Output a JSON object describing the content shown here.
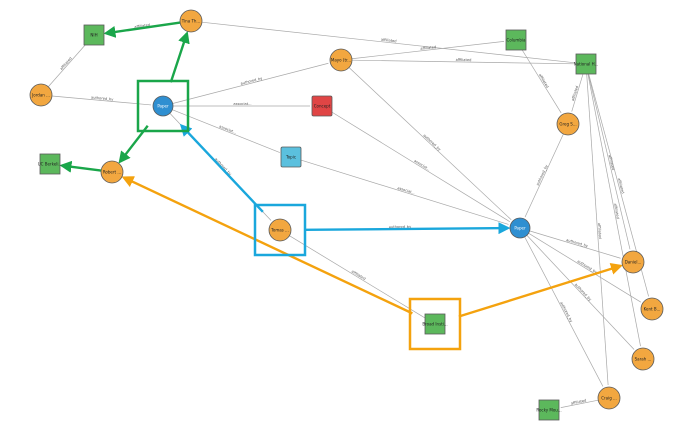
{
  "graph": {
    "nodes": [
      {
        "id": "tina",
        "label": "Tina Th...",
        "type": "person",
        "color": "#f2a740"
      },
      {
        "id": "nih",
        "label": "NIH",
        "type": "org",
        "color": "#5cb85c"
      },
      {
        "id": "jordan",
        "label": "Jordan ...",
        "type": "person",
        "color": "#f2a740"
      },
      {
        "id": "paper1",
        "label": "Paper",
        "type": "paper",
        "color": "#2f8fd1"
      },
      {
        "id": "concept",
        "label": "Concept",
        "type": "concept",
        "color": "#e04545"
      },
      {
        "id": "topic",
        "label": "Topic",
        "type": "topic",
        "color": "#5bc0de"
      },
      {
        "id": "mayo",
        "label": "Mayo (tr...",
        "type": "person",
        "color": "#f2a740"
      },
      {
        "id": "columbia",
        "label": "Columbia",
        "type": "org",
        "color": "#5cb85c"
      },
      {
        "id": "nationalh",
        "label": "National H...",
        "type": "org",
        "color": "#5cb85c"
      },
      {
        "id": "greg",
        "label": "Greg S...",
        "type": "person",
        "color": "#f2a740"
      },
      {
        "id": "ucberk",
        "label": "UC Berkeli...",
        "type": "org",
        "color": "#5cb85c"
      },
      {
        "id": "robert",
        "label": "Robert ...",
        "type": "person",
        "color": "#f2a740"
      },
      {
        "id": "tomas",
        "label": "Tomas ...",
        "type": "person",
        "color": "#f2a740"
      },
      {
        "id": "paper2",
        "label": "Paper",
        "type": "paper",
        "color": "#2f8fd1"
      },
      {
        "id": "daniel",
        "label": "Daniel...",
        "type": "person",
        "color": "#f2a740"
      },
      {
        "id": "kent",
        "label": "Kent B...",
        "type": "person",
        "color": "#f2a740"
      },
      {
        "id": "sarah",
        "label": "Sarah ...",
        "type": "person",
        "color": "#f2a740"
      },
      {
        "id": "carl",
        "label": "Craig ...",
        "type": "person",
        "color": "#f2a740"
      },
      {
        "id": "rocky",
        "label": "Rocky Mou...",
        "type": "org",
        "color": "#5cb85c"
      },
      {
        "id": "broad",
        "label": "Broad Insti...",
        "type": "org",
        "color": "#5cb85c"
      }
    ],
    "edges": [
      {
        "source": "tina",
        "target": "nih",
        "label": "affiliated",
        "highlight": "green"
      },
      {
        "source": "paper1",
        "target": "tina",
        "label": "",
        "highlight": "green"
      },
      {
        "source": "paper1",
        "target": "robert",
        "label": "",
        "highlight": "green"
      },
      {
        "source": "robert",
        "target": "ucberk",
        "label": "",
        "highlight": "green"
      },
      {
        "source": "tomas",
        "target": "paper1",
        "label": "",
        "highlight": "blue"
      },
      {
        "source": "tomas",
        "target": "paper2",
        "label": "authored_by",
        "highlight": "blue"
      },
      {
        "source": "broad",
        "target": "robert",
        "label": "",
        "highlight": "orange"
      },
      {
        "source": "broad",
        "target": "daniel",
        "label": "",
        "highlight": "orange"
      },
      {
        "source": "jordan",
        "target": "nih",
        "label": "affiliated",
        "highlight": "none"
      },
      {
        "source": "jordan",
        "target": "paper1",
        "label": "authored_by",
        "highlight": "none"
      },
      {
        "source": "paper1",
        "target": "mayo",
        "label": "authored_by",
        "highlight": "none"
      },
      {
        "source": "paper1",
        "target": "concept",
        "label": "associat...",
        "highlight": "none"
      },
      {
        "source": "paper1",
        "target": "topic",
        "label": "associat...",
        "highlight": "none"
      },
      {
        "source": "tina",
        "target": "nationalh",
        "label": "affiliated",
        "highlight": "none"
      },
      {
        "source": "mayo",
        "target": "columbia",
        "label": "affiliated",
        "highlight": "none"
      },
      {
        "source": "mayo",
        "target": "nationalh",
        "label": "affiliated",
        "highlight": "none"
      },
      {
        "source": "mayo",
        "target": "paper2",
        "label": "authored_by",
        "highlight": "none"
      },
      {
        "source": "concept",
        "target": "paper2",
        "label": "associat...",
        "highlight": "none"
      },
      {
        "source": "topic",
        "target": "paper2",
        "label": "associat...",
        "highlight": "none"
      },
      {
        "source": "columbia",
        "target": "greg",
        "label": "affiliated",
        "highlight": "none"
      },
      {
        "source": "nationalh",
        "target": "greg",
        "label": "affiliated",
        "highlight": "none"
      },
      {
        "source": "greg",
        "target": "paper2",
        "label": "authored_by",
        "highlight": "none"
      },
      {
        "source": "nationalh",
        "target": "daniel",
        "label": "affiliated",
        "highlight": "none"
      },
      {
        "source": "nationalh",
        "target": "kent",
        "label": "affiliated",
        "highlight": "none"
      },
      {
        "source": "nationalh",
        "target": "sarah",
        "label": "affiliated",
        "highlight": "none"
      },
      {
        "source": "nationalh",
        "target": "carl",
        "label": "affiliated",
        "highlight": "none"
      },
      {
        "source": "paper2",
        "target": "daniel",
        "label": "authored_by",
        "highlight": "none"
      },
      {
        "source": "paper2",
        "target": "kent",
        "label": "authored_by",
        "highlight": "none"
      },
      {
        "source": "paper2",
        "target": "sarah",
        "label": "authored_by",
        "highlight": "none"
      },
      {
        "source": "paper2",
        "target": "carl",
        "label": "authored_by",
        "highlight": "none"
      },
      {
        "source": "tomas",
        "target": "broad",
        "label": "affiliated",
        "highlight": "none"
      },
      {
        "source": "paper1",
        "target": "tomas",
        "label": "authored_by",
        "highlight": "none"
      },
      {
        "source": "carl",
        "target": "rocky",
        "label": "affiliated",
        "highlight": "none"
      }
    ],
    "highlight_boxes": [
      {
        "node": "paper1",
        "color": "green"
      },
      {
        "node": "tomas",
        "color": "blue"
      },
      {
        "node": "broad",
        "color": "orange"
      }
    ],
    "colors": {
      "green": "#1aa64a",
      "blue": "#1aa7dc",
      "orange": "#f4a20e",
      "edge": "#a8a8a8"
    }
  }
}
